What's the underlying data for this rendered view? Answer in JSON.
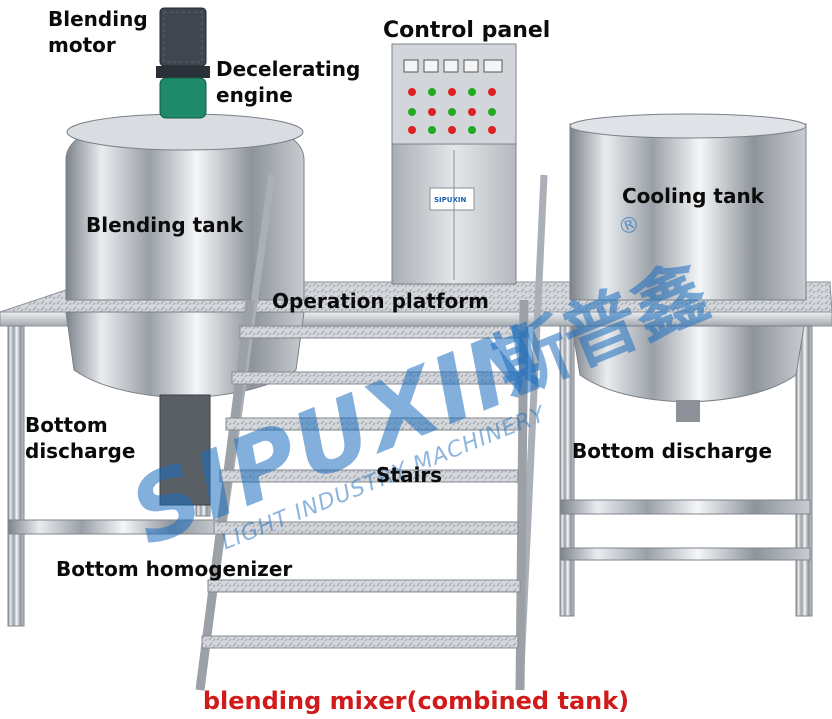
{
  "labels": {
    "blending_motor": [
      "Blending",
      "motor"
    ],
    "decelerating_engine": [
      "Decelerating",
      "engine"
    ],
    "control_panel": "Control  panel",
    "cooling_tank": "Cooling tank",
    "blending_tank": "Blending tank",
    "operation_platform": "Operation platform",
    "bottom_discharge_left": [
      "Bottom",
      "discharge"
    ],
    "bottom_discharge_right": "Bottom discharge",
    "stairs": "Stairs",
    "bottom_homogenizer": "Bottom homogenizer"
  },
  "caption": "blending mixer(combined tank)",
  "watermark": {
    "brand": "SIPUXIN",
    "chinese": "斯普鑫",
    "subtitle": "LIGHT INDUSTRY MACHINERY",
    "registered_mark": "®"
  },
  "panel_brand": "SIPUXIN",
  "colors": {
    "label_text": "#0b0b0b",
    "caption_text": "#d11a1a",
    "watermark": "#1c6ebe",
    "steel": "#c9cdd2",
    "motor": "#3f4650",
    "gearbox": "#1f8a6a"
  }
}
